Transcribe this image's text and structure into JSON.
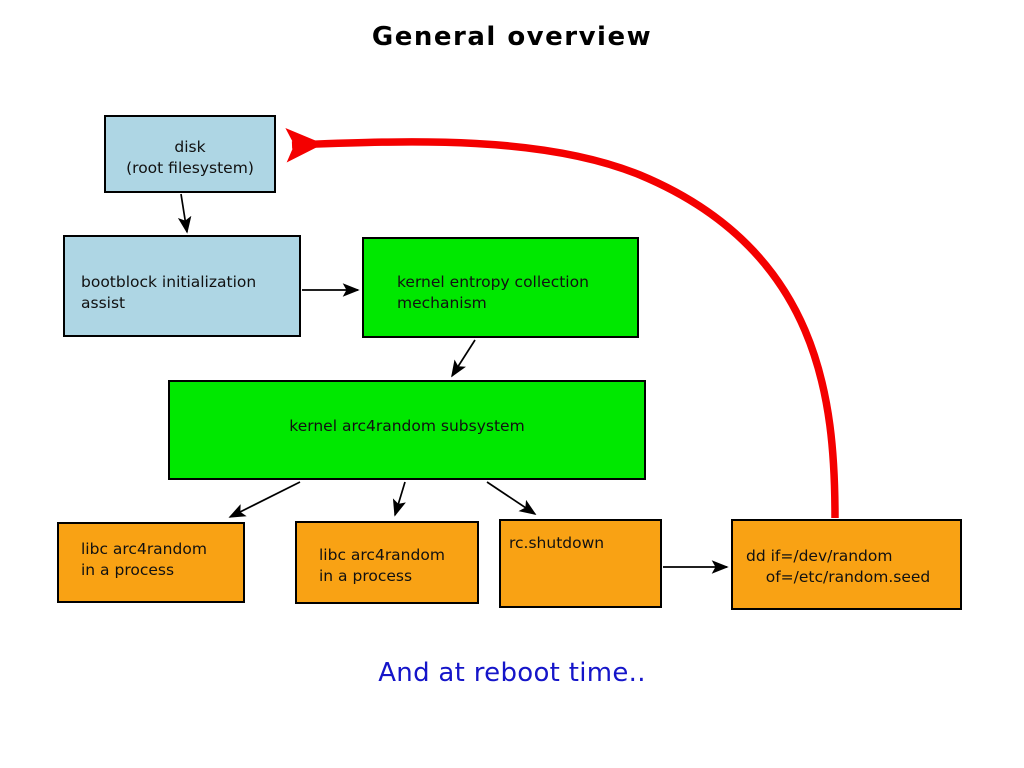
{
  "slide": {
    "title": "General overview",
    "caption": "And at reboot time..",
    "background": "#ffffff",
    "title_color": "#000000",
    "caption_color": "#1515c9"
  },
  "palette": {
    "blue_fill": "#aed6e4",
    "green_fill": "#00e800",
    "orange_fill": "#f9a214",
    "node_border": "#000000",
    "arrow_color": "#000000",
    "feedback_arrow_color": "#f40000"
  },
  "nodes": {
    "disk": {
      "label": "disk\n(root filesystem)",
      "line1": "disk",
      "line2": "(root filesystem)",
      "color": "blue"
    },
    "bootblock": {
      "label": "bootblock initialization\nassist",
      "line1": "bootblock initialization",
      "line2": "assist",
      "color": "blue"
    },
    "entropy": {
      "label": "kernel entropy collection\nmechanism",
      "line1": "kernel entropy collection",
      "line2": "mechanism",
      "color": "green"
    },
    "arc4random": {
      "label": "kernel arc4random subsystem",
      "color": "green"
    },
    "libc1": {
      "label": "libc arc4random\nin a process",
      "line1": "libc arc4random",
      "line2": "in a process",
      "color": "orange"
    },
    "libc2": {
      "label": "libc arc4random\nin a process",
      "line1": "libc arc4random",
      "line2": "in a process",
      "color": "orange"
    },
    "rcshutdown": {
      "label": "rc.shutdown",
      "color": "orange"
    },
    "dd": {
      "label": "dd if=/dev/random\n    of=/etc/random.seed",
      "line1": "dd if=/dev/random",
      "line2": "    of=/etc/random.seed",
      "color": "orange"
    }
  },
  "edges": [
    {
      "name": "disk-to-bootblock",
      "from": "disk",
      "to": "bootblock",
      "style": "black-arrow"
    },
    {
      "name": "bootblock-to-entropy",
      "from": "bootblock",
      "to": "entropy",
      "style": "black-arrow"
    },
    {
      "name": "entropy-to-arc4random",
      "from": "entropy",
      "to": "arc4random",
      "style": "black-arrow"
    },
    {
      "name": "arc4random-to-libc1",
      "from": "arc4random",
      "to": "libc1",
      "style": "black-arrow"
    },
    {
      "name": "arc4random-to-libc2",
      "from": "arc4random",
      "to": "libc2",
      "style": "black-arrow"
    },
    {
      "name": "arc4random-to-rcshutdown",
      "from": "arc4random",
      "to": "rcshutdown",
      "style": "black-arrow"
    },
    {
      "name": "rcshutdown-to-dd",
      "from": "rcshutdown",
      "to": "dd",
      "style": "black-arrow"
    },
    {
      "name": "dd-to-disk-feedback",
      "from": "dd",
      "to": "disk",
      "style": "red-curved-arrow"
    }
  ]
}
